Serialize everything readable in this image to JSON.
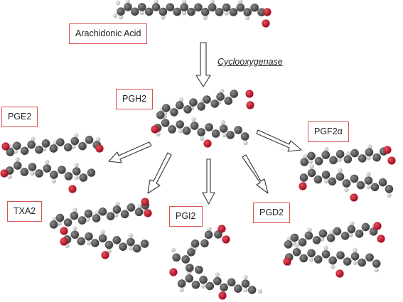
{
  "enzyme": "Cyclooxygenase",
  "molecules": {
    "arachidonic_acid": "Arachidonic Acid",
    "pgh2": "PGH2",
    "pge2": "PGE2",
    "pgf2a": "PGF2α",
    "txa2": "TXA2",
    "pgi2": "PGI2",
    "pgd2": "PGD2"
  },
  "colors": {
    "carbon": "#555555",
    "oxygen": "#c8102e",
    "hydrogen": "#c8c8c8",
    "label_border": "#d9534f",
    "arrow_stroke": "#333333"
  },
  "atom_types": [
    "carbon",
    "oxygen",
    "hydrogen"
  ],
  "arrow_count": 6
}
